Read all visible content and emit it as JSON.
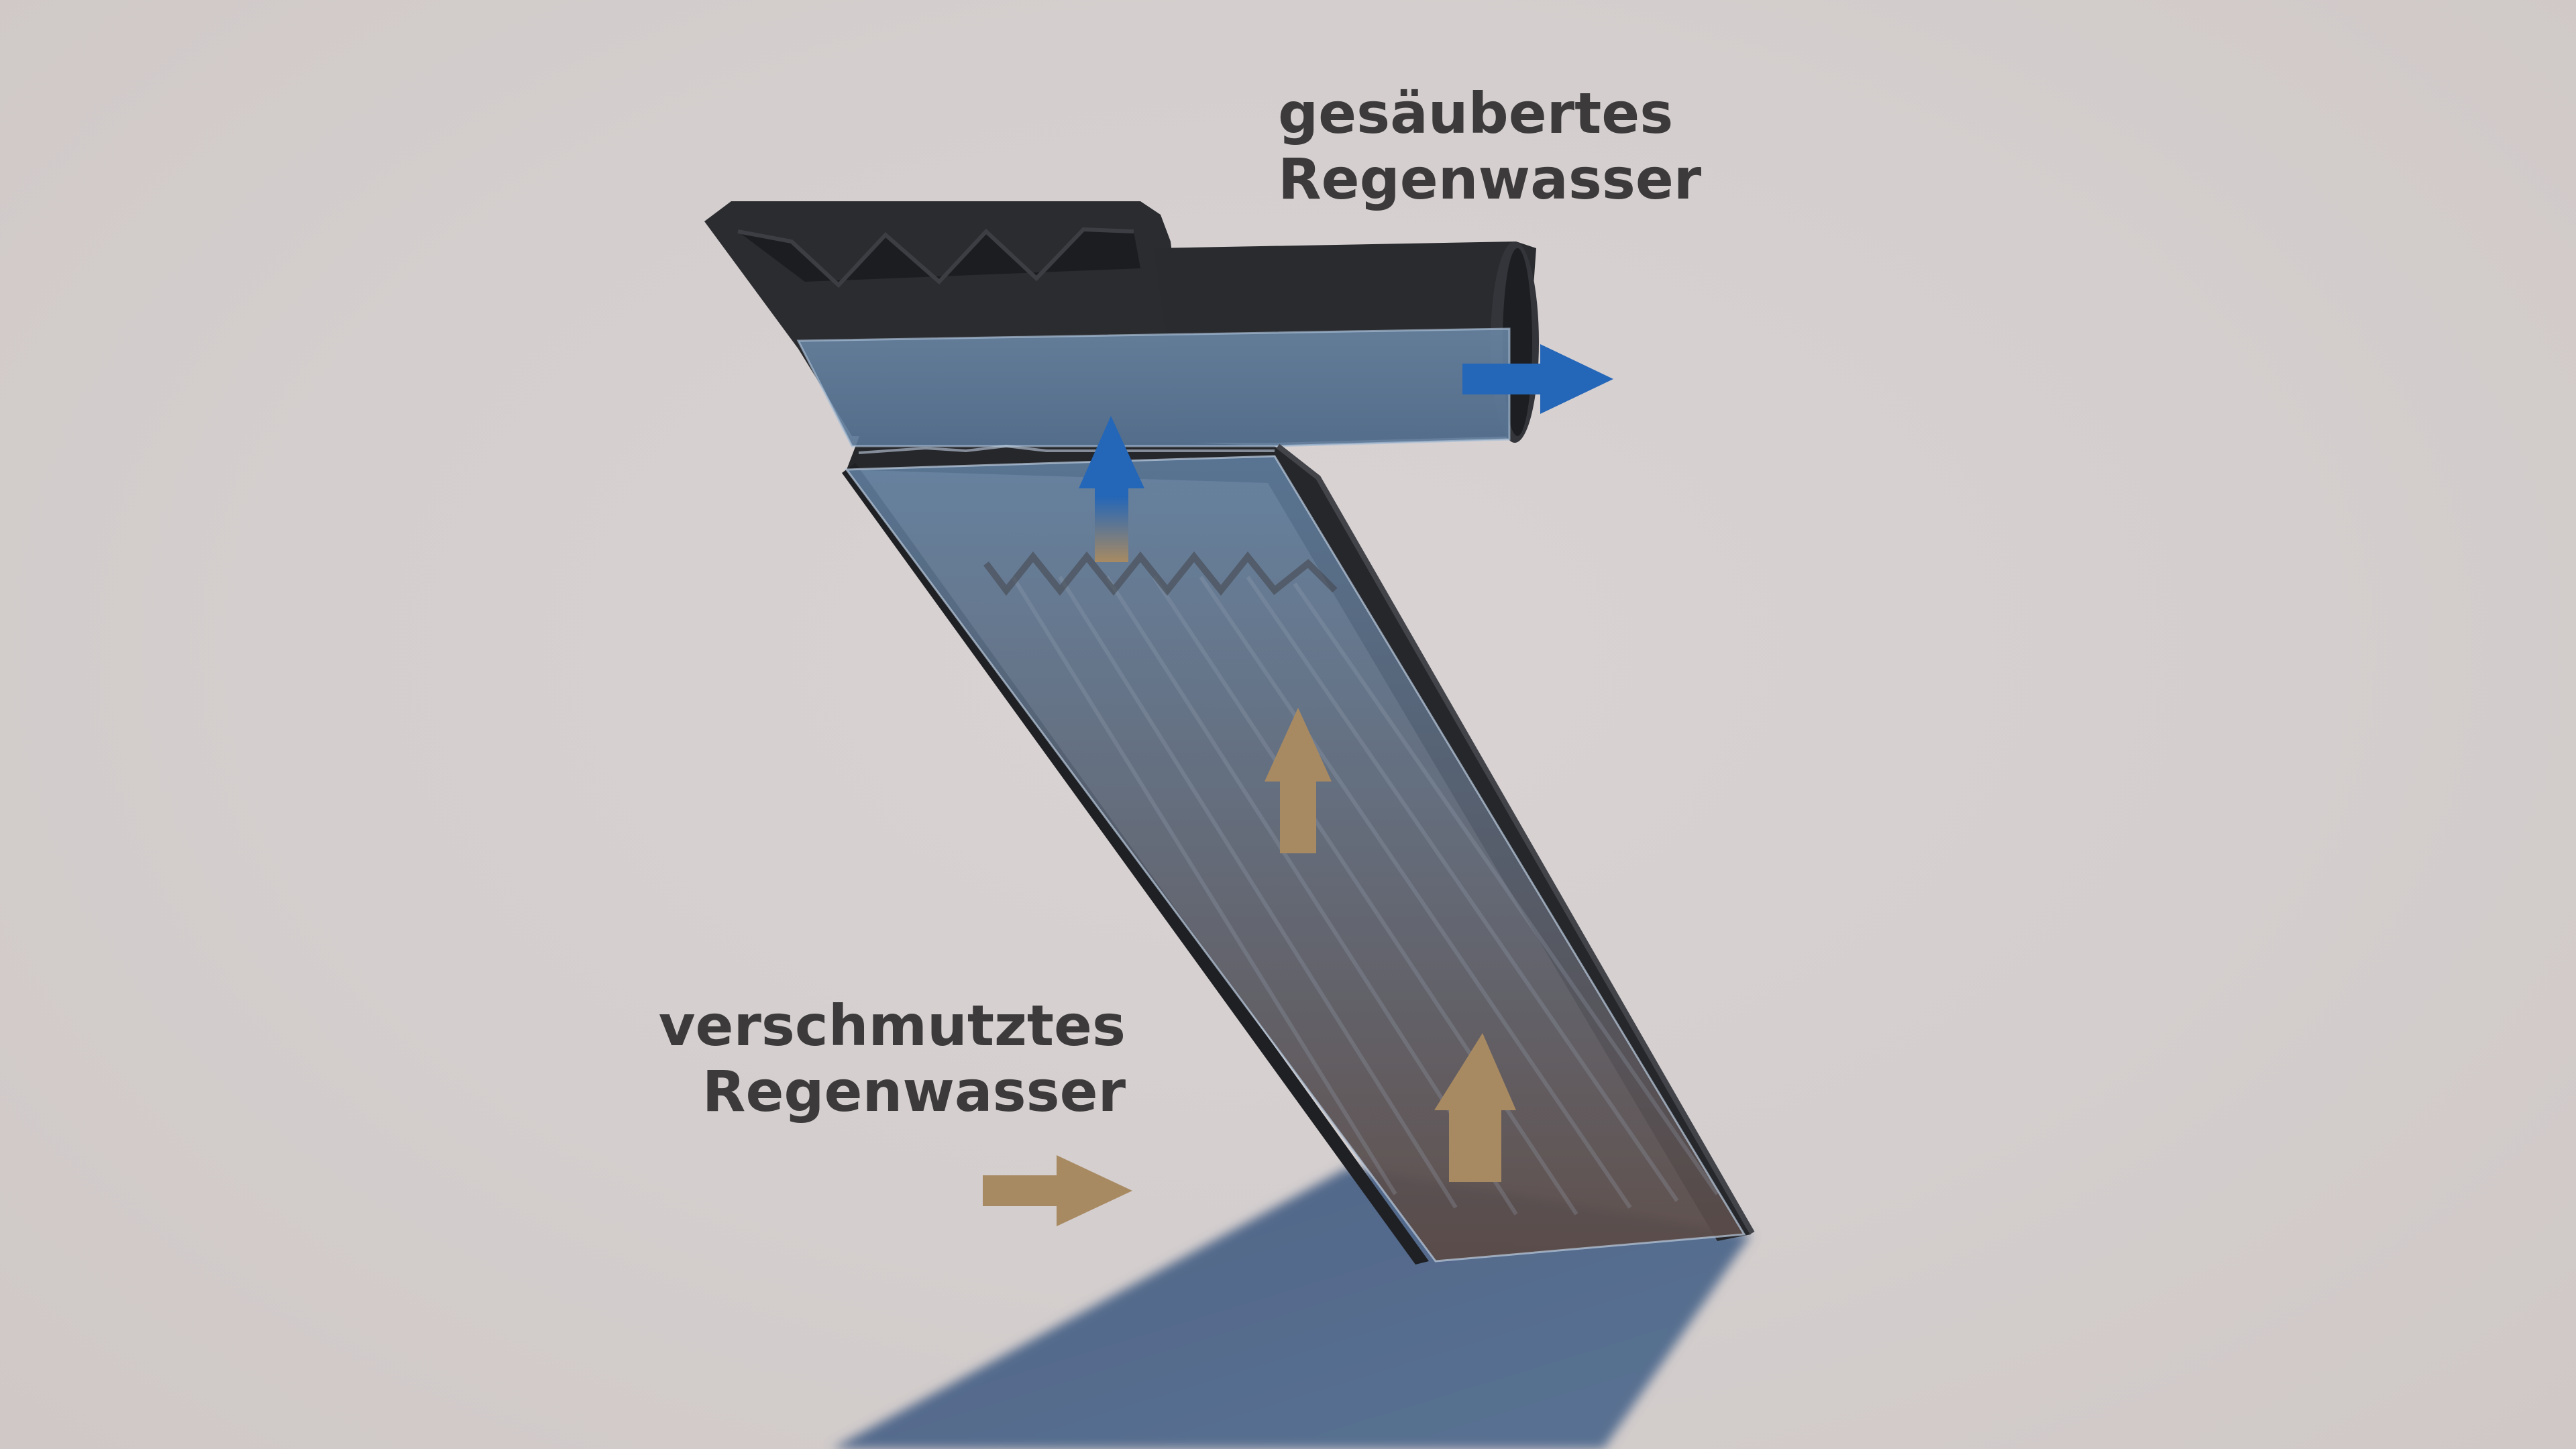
{
  "labels": {
    "clean_water": {
      "line1": "gesäubertes",
      "line2": "Regenwasser"
    },
    "dirty_water": {
      "line1": "verschmutztes",
      "line2": "Regenwasser"
    }
  },
  "colors": {
    "background": "#d5cfcf",
    "text": "#3c3a3b",
    "clean_arrow": "#2466b8",
    "dirty_arrow": "#a88a62",
    "housing": "#2b2c30",
    "water_tint": "#5b7a99",
    "shadow": "#52698a"
  },
  "icons": {
    "flow_arrow": "arrow-icon"
  }
}
